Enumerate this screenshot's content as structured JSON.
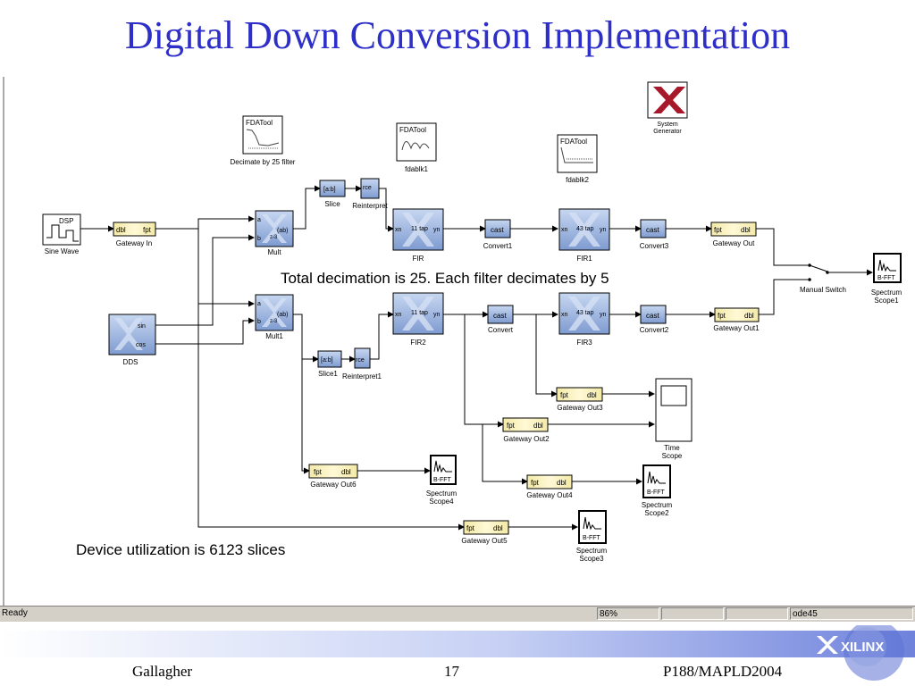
{
  "title": "Digital Down Conversion Implementation",
  "colors": {
    "title": "#2e2ec8",
    "gateway": "#f3e9a6",
    "xblock_top": "#9fb8e3",
    "wire": "#000000"
  },
  "annotations": {
    "decimation": "Total decimation is 25. Each filter decimates by 5",
    "utilization": "Device utilization is 6123 slices"
  },
  "blocks": {
    "fdatool_top": {
      "icon": "FDATool",
      "label": "Decimate by 25 filter"
    },
    "fdablk1": {
      "icon": "FDATool",
      "label": "fdablk1"
    },
    "fdablk2": {
      "icon": "FDATool",
      "label": "fdablk2"
    },
    "system_generator": {
      "label": "System\nGenerator"
    },
    "sine_wave": {
      "icon": "DSP",
      "label": "Sine Wave"
    },
    "gateway_in": {
      "left": "dbl",
      "right": "fpt",
      "label": "Gateway In"
    },
    "mult": {
      "port_a": "a",
      "port_b": "b",
      "func": "(ab)",
      "delay": "z-3",
      "label": "Mult"
    },
    "mult1": {
      "port_a": "a",
      "port_b": "b",
      "func": "(ab)",
      "delay": "z-3",
      "label": "Mult1"
    },
    "dds": {
      "port_sin": "sin",
      "port_cos": "cos",
      "label": "DDS"
    },
    "slice": {
      "icon": "[a:b]",
      "label": "Slice"
    },
    "slice1": {
      "icon": "[a:b]",
      "label": "Slice1"
    },
    "reinterpret": {
      "icon": "rce",
      "label": "Reinterpret"
    },
    "reinterpret1": {
      "icon": "rce",
      "label": "Reinterpret1"
    },
    "fir": {
      "in": "xn",
      "out": "yn",
      "text": "11 tap",
      "label": "FIR"
    },
    "fir1": {
      "in": "xn",
      "out": "yn",
      "text": "43 tap",
      "label": "FIR1"
    },
    "fir2": {
      "in": "xn",
      "out": "yn",
      "text": "11 tap",
      "label": "FIR2"
    },
    "fir3": {
      "in": "xn",
      "out": "yn",
      "text": "43 tap",
      "label": "FIR3"
    },
    "convert1": {
      "icon": "cast",
      "label": "Convert1"
    },
    "convert3": {
      "icon": "cast",
      "label": "Convert3"
    },
    "convert": {
      "icon": "cast",
      "label": "Convert"
    },
    "convert2": {
      "icon": "cast",
      "label": "Convert2"
    },
    "gateway_out": {
      "left": "fpt",
      "right": "dbl",
      "label": "Gateway Out"
    },
    "gateway_out1": {
      "left": "fpt",
      "right": "dbl",
      "label": "Gateway Out1"
    },
    "gateway_out2": {
      "left": "fpt",
      "right": "dbl",
      "label": "Gateway Out2"
    },
    "gateway_out3": {
      "left": "fpt",
      "right": "dbl",
      "label": "Gateway Out3"
    },
    "gateway_out4": {
      "left": "fpt",
      "right": "dbl",
      "label": "Gateway Out4"
    },
    "gateway_out5": {
      "left": "fpt",
      "right": "dbl",
      "label": "Gateway Out5"
    },
    "gateway_out6": {
      "left": "fpt",
      "right": "dbl",
      "label": "Gateway Out6"
    },
    "manual_switch": {
      "label": "Manual Switch"
    },
    "spectrum_scope1": {
      "icon": "B-FFT",
      "label": "Spectrum\nScope1"
    },
    "spectrum_scope2": {
      "icon": "B-FFT",
      "label": "Spectrum\nScope2"
    },
    "spectrum_scope3": {
      "icon": "B-FFT",
      "label": "Spectrum\nScope3"
    },
    "spectrum_scope4": {
      "icon": "B-FFT",
      "label": "Spectrum\nScope4"
    },
    "time_scope": {
      "label": "Time\nScope"
    }
  },
  "statusbar": {
    "status": "Ready",
    "zoom": "86%",
    "solver": "ode45"
  },
  "footer": {
    "author": "Gallagher",
    "page": "17",
    "ref": "P188/MAPLD2004",
    "logo": "XILINX"
  }
}
